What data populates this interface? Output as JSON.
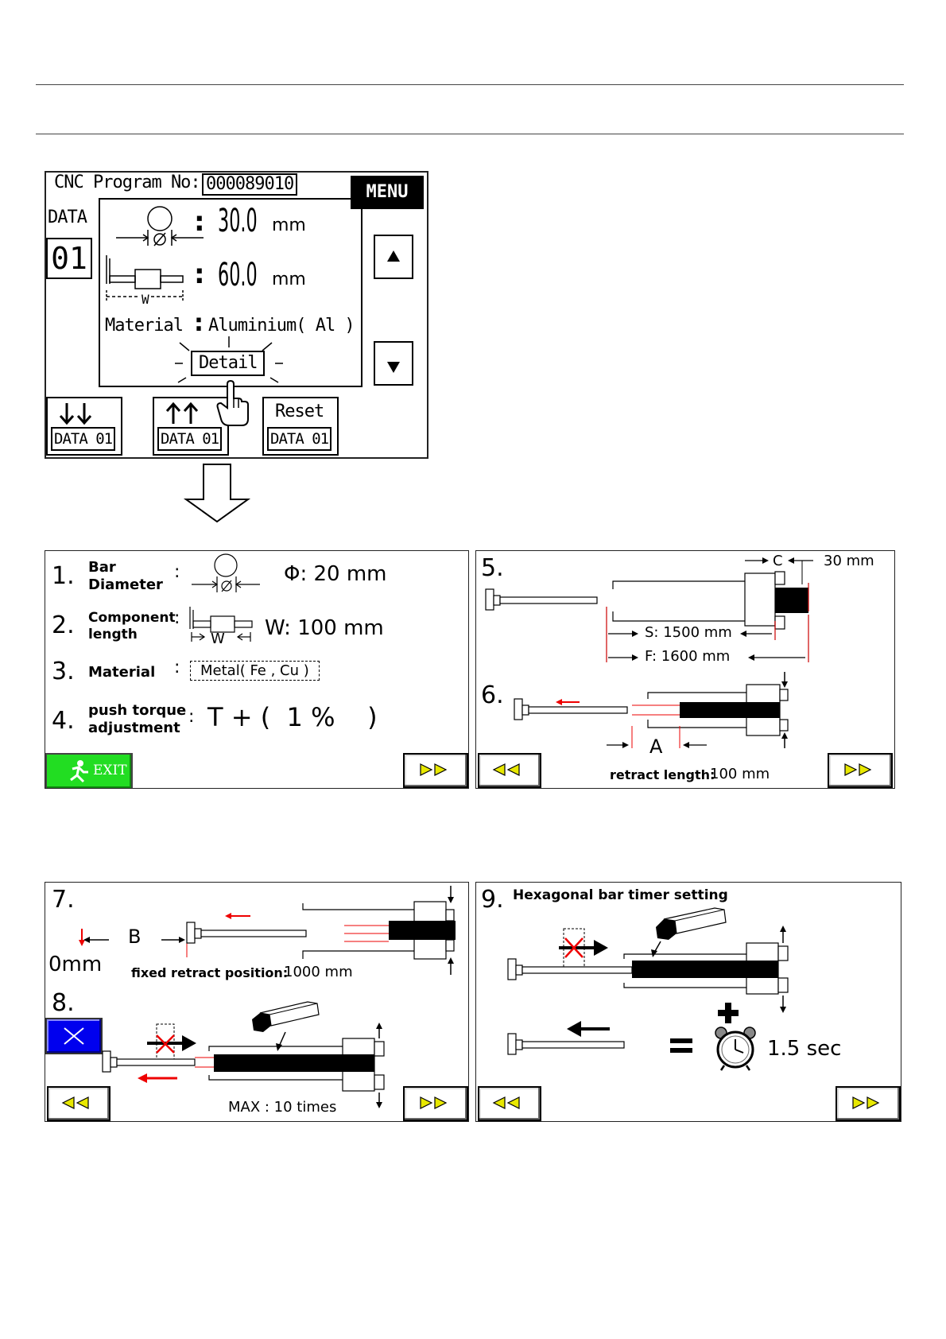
{
  "main_screen": {
    "program_label": "CNC Program No:",
    "program_no": "000089010",
    "menu_label": "MENU",
    "data_label": "DATA",
    "data_no": "01",
    "diameter_value": "30.0",
    "diameter_unit": "mm",
    "length_value": "60.0",
    "length_unit": "mm",
    "w_label": "W",
    "material_label": "Material",
    "material_value": "Aluminium( Al )",
    "detail_label": "Detail",
    "btn_down_label": "DATA 01",
    "btn_up_label": "DATA 01",
    "reset_label": "Reset",
    "reset_data_label": "DATA 01"
  },
  "detail1": {
    "items": [
      {
        "n": "1.",
        "label": "Bar\nDiameter",
        "value": "Φ: 20 mm"
      },
      {
        "n": "2.",
        "label": "Component\nlength",
        "value": "W: 100 mm"
      },
      {
        "n": "3.",
        "label": "Material",
        "value": "Metal( Fe , Cu )"
      },
      {
        "n": "4.",
        "label": "push torque\nadjustment",
        "value": "T + (  1 %    )"
      }
    ],
    "w_label": "W",
    "exit_label": "EXIT"
  },
  "detail2": {
    "n5": "5.",
    "c_label": "C",
    "c_value": "30 mm",
    "s_value": "S: 1500 mm",
    "f_value": "F: 1600 mm",
    "n6": "6.",
    "a_label": "A",
    "retract_label": "retract length:",
    "retract_value": "100 mm"
  },
  "detail3": {
    "n7": "7.",
    "b_label": "B",
    "zero_label": "0mm",
    "fixed_label": "fixed retract position:",
    "fixed_value": "1000 mm",
    "n8": "8.",
    "max_label": "MAX : 10 times"
  },
  "detail4": {
    "n9": "9.",
    "title": "Hexagonal bar timer setting",
    "timer_value": "1.5 sec"
  },
  "colors": {
    "red": "#e00000",
    "exit_green": "#22dd22",
    "blue": "#0000ee",
    "yellow": "#e8e800"
  }
}
